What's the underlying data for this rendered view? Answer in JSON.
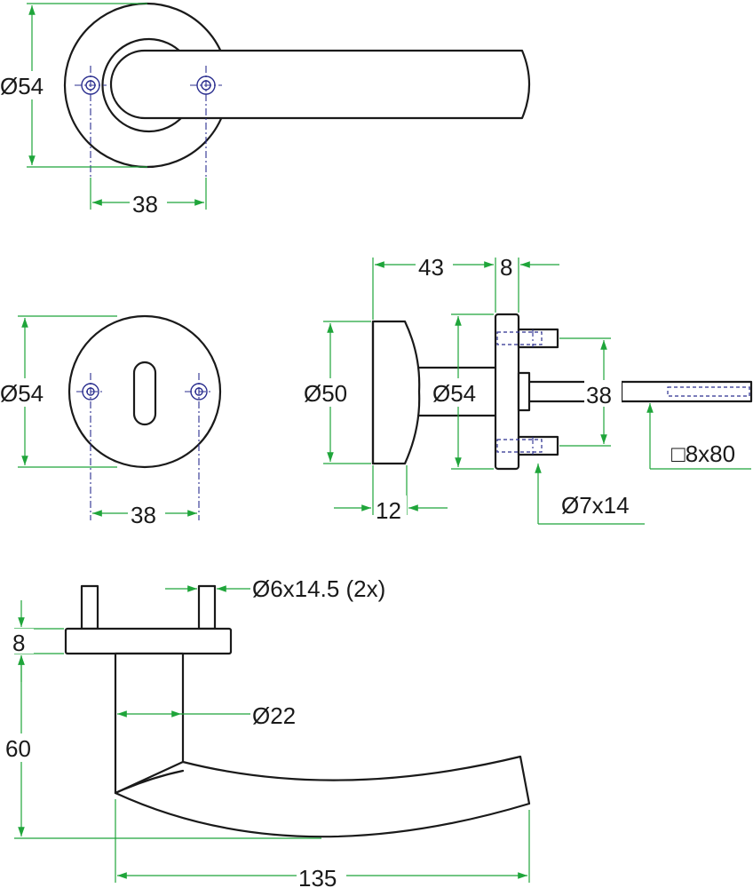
{
  "colors": {
    "outline": "#1a1a1a",
    "dimension": "#1fa53a",
    "hidden_line": "#2b2f8f",
    "background": "#ffffff"
  },
  "dimensions": {
    "top_view": {
      "rose_diameter": "Ø54",
      "screw_spacing": "38"
    },
    "escutcheon_view": {
      "rose_diameter": "Ø54",
      "screw_spacing": "38"
    },
    "side_view": {
      "handle_length": "43",
      "rose_thickness": "8",
      "knob_diameter": "Ø50",
      "rose_diameter": "Ø54",
      "knob_depth": "12",
      "spindle_spacing": "38",
      "screw_size": "Ø7x14",
      "spindle": "□8x80"
    },
    "lever_view": {
      "pin_size": "Ø6x14.5 (2x)",
      "base_height": "8",
      "stem_diameter": "Ø22",
      "drop_height": "60",
      "lever_length": "135"
    }
  }
}
